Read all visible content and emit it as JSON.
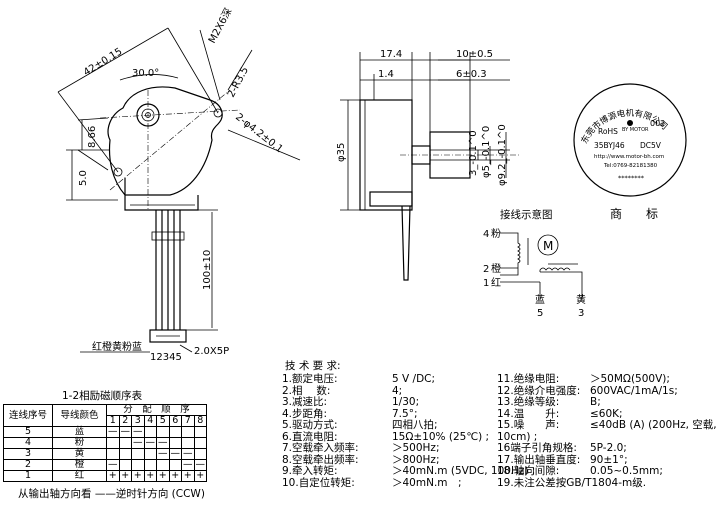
{
  "top_view": {
    "dim_42": "42±0.15",
    "dim_m2x6": "M2X6深",
    "dim_r35": "2-R3.5",
    "dim_angle": "30.0°",
    "dim_866": "8.66",
    "dim_5": "5.0",
    "dim_hole": "2-φ4.2±0.1",
    "dim_lead": "100±10",
    "connector_label": "红橙黄粉蓝",
    "connector_pins": "12345",
    "connector_spec": "2.0X5P"
  },
  "side_view": {
    "dim_174": "17.4",
    "dim_105": "10±0.5",
    "dim_14": "1.4",
    "dim_63": "6±0.3",
    "dim_d35": "φ35",
    "dim_3": "3_-0.1^0",
    "dim_d5": "φ5_-0.1^0",
    "dim_d92": "φ9.2_-0.1^0"
  },
  "label": {
    "text_top": "东莞市博源电机有限公司",
    "rohs": "RoHS",
    "brand": "BY MOTOR",
    "code": "002",
    "model": "35BYJ46",
    "voltage": "DC5V",
    "website": "http://www.motor-bh.com",
    "tel": "Tel:0769-82181380",
    "serial": "********"
  },
  "wiring": {
    "title": "接线示意图",
    "trademark": "商　　标",
    "motor_symbol": "M",
    "left_wires": [
      {
        "num": "4",
        "color": "粉"
      },
      {
        "num": "2",
        "color": "橙"
      },
      {
        "num": "1",
        "color": "红"
      }
    ],
    "bottom_wires": [
      {
        "color": "蓝",
        "num": "5"
      },
      {
        "color": "黄",
        "num": "3"
      }
    ]
  },
  "specs": {
    "title": "技 术 要 求:",
    "left": [
      {
        "label": "1.额定电压:",
        "value": "5 V /DC;"
      },
      {
        "label": "2.相　 数:",
        "value": "4;"
      },
      {
        "label": "3.减速比:",
        "value": "1/30;"
      },
      {
        "label": "4.步距角:",
        "value": "7.5°;"
      },
      {
        "label": "5.驱动方式:",
        "value": "四相八拍;"
      },
      {
        "label": "6.直流电阻:",
        "value": "15Ω±10% (25℃) ;"
      },
      {
        "label": "7.空载牵入频率:",
        "value": "＞500Hz;"
      },
      {
        "label": "8.空载牵出频率:",
        "value": "＞800Hz;"
      },
      {
        "label": "9.牵入转矩:",
        "value": "＞40mN.m (5VDC, 100Hz) ;"
      },
      {
        "label": "10.自定位转矩:",
        "value": "＞40mN.m　;"
      }
    ],
    "right": [
      {
        "label": "11.绝缘电阻:",
        "value": "＞50MΩ(500V);"
      },
      {
        "label": "12.绝缘介电强度:",
        "value": "600VAC/1mA/1s;"
      },
      {
        "label": "13.绝缘等级:",
        "value": "B;"
      },
      {
        "label": "14.温　　升:",
        "value": "≤60K;"
      },
      {
        "label": "15.噪　　声:",
        "value": "≤40dB (A) (200Hz, 空载,"
      },
      {
        "label": "10cm) ;",
        "value": ""
      },
      {
        "label": "16端子引角规格:",
        "value": "5P-2.0;"
      },
      {
        "label": "17.输出轴垂直度:",
        "value": "90±1°;"
      },
      {
        "label": "18.轴向间隙:",
        "value": "0.05~0.5mm;"
      },
      {
        "label": "19.未注公差按GB/T1804-m级.",
        "value": ""
      }
    ]
  },
  "phase_table": {
    "title": "1-2相励磁顺序表",
    "col_seq": "连线序号",
    "col_color": "导线颜色",
    "col_order": "分　配　顺　序",
    "steps": [
      "1",
      "2",
      "3",
      "4",
      "5",
      "6",
      "7",
      "8"
    ],
    "rows": [
      {
        "seq": "5",
        "color": "蓝",
        "cells": [
          "—",
          "—",
          "—",
          "",
          "",
          "",
          "",
          ""
        ]
      },
      {
        "seq": "4",
        "color": "粉",
        "cells": [
          "",
          "",
          "—",
          "—",
          "—",
          "",
          "",
          ""
        ]
      },
      {
        "seq": "3",
        "color": "黄",
        "cells": [
          "",
          "",
          "",
          "",
          "—",
          "—",
          "—",
          ""
        ]
      },
      {
        "seq": "2",
        "color": "橙",
        "cells": [
          "—",
          "",
          "",
          "",
          "",
          "",
          "—",
          "—"
        ]
      },
      {
        "seq": "1",
        "color": "红",
        "cells": [
          "+",
          "+",
          "+",
          "+",
          "+",
          "+",
          "+",
          "+"
        ]
      }
    ],
    "footer": "从输出轴方向看 ——逆时针方向 (CCW)"
  }
}
